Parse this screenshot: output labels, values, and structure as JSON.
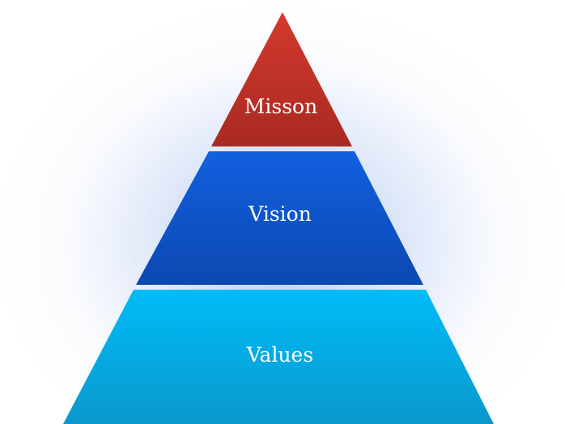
{
  "pyramid": {
    "tiers": [
      {
        "label": "Misson",
        "color_top": "#d43a2e",
        "color_bottom": "#a82a22"
      },
      {
        "label": "Vision",
        "color_top": "#1260e0",
        "color_bottom": "#0c48b0"
      },
      {
        "label": "Values",
        "color_top": "#00bcf8",
        "color_bottom": "#0a98cc"
      }
    ]
  }
}
